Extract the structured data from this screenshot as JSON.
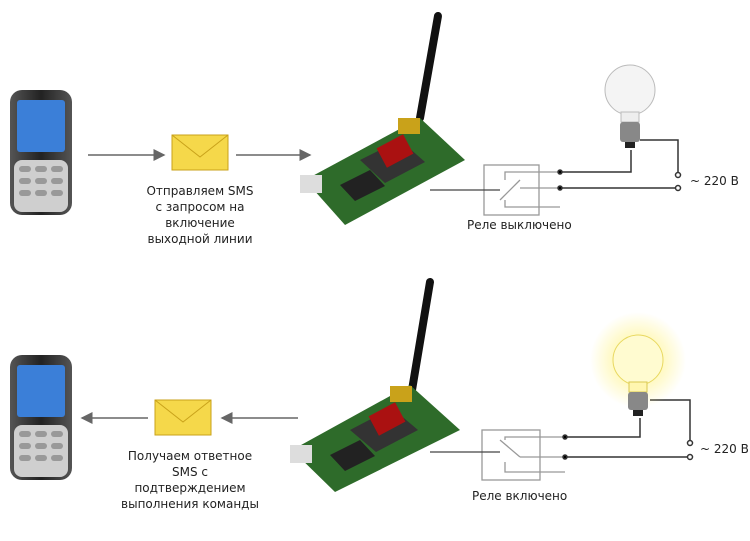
{
  "top": {
    "message_lines": [
      "Отправляем SMS",
      "с запросом на",
      "включение",
      "выходной линии"
    ],
    "relay_label": "Реле выключено",
    "voltage_label": "~ 220 В",
    "lamp_state": "off"
  },
  "bottom": {
    "message_lines": [
      "Получаем ответное",
      "SMS с подтверждением",
      "выполнения команды"
    ],
    "relay_label": "Реле включено",
    "voltage_label": "~ 220 В",
    "lamp_state": "on"
  },
  "colors": {
    "envelope": "#f5d84a",
    "board": "#2e6b2a",
    "phone_screen": "#3b7fd8",
    "glow": "#fff27a"
  }
}
